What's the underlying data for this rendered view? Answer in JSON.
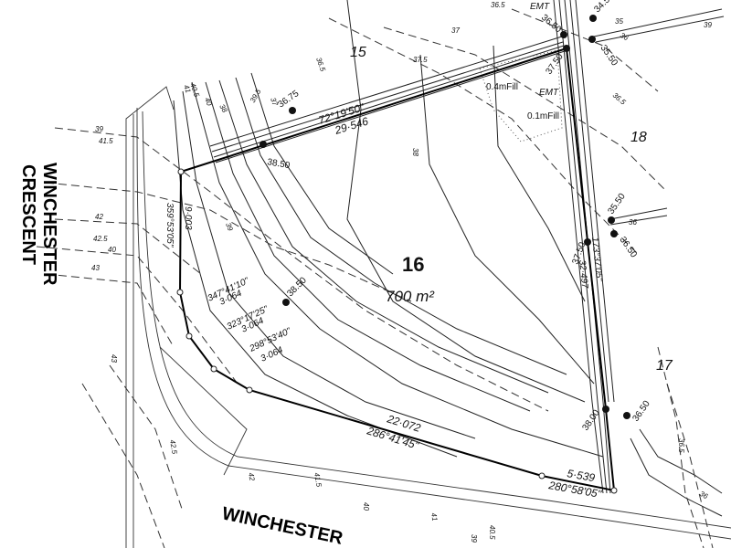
{
  "lot": {
    "number": "16",
    "area": "700 m²"
  },
  "neighbours": {
    "north": "15",
    "east": "18",
    "southeast": "17"
  },
  "streets": {
    "west_line1": "WINCHESTER",
    "west_line2": "CRESCENT",
    "south": "WINCHESTER"
  },
  "boundary": {
    "north_bearing": "72°19'50\"",
    "north_distance": "29·546",
    "west_bearing": "359°53'05\"",
    "west_distance": "9·003",
    "chord1_bearing": "347°41'10\"",
    "chord1_distance": "3·064",
    "chord2_bearing": "323°17'25\"",
    "chord2_distance": "3·064",
    "chord3_bearing": "298°53'40\"",
    "chord3_distance": "3·064",
    "south_distance": "22·072",
    "south_bearing": "286°41'45\"",
    "south2_distance": "5·539",
    "south2_bearing": "280°58'05\"",
    "east_bearing": "173°37'05\"",
    "east_distance": "32·497"
  },
  "levels": [
    "36.75",
    "38.50",
    "38.50",
    "37.50",
    "36.50",
    "35.50",
    "34.5",
    "35.50",
    "36.50",
    "37.50",
    "38.00",
    "36.50"
  ],
  "earthworks": {
    "fill1": "0.4mFill",
    "fill2": "0.1mFill",
    "emt1": "EMT",
    "emt2": "EMT"
  },
  "contours": [
    "39",
    "41.5",
    "42",
    "42.5",
    "40",
    "43",
    "40.5",
    "41",
    "40",
    "38",
    "39.5",
    "37",
    "39",
    "36.5",
    "37.5",
    "38",
    "36.5",
    "35",
    "36",
    "37",
    "36.5",
    "36",
    "43",
    "42.5",
    "42",
    "41.5",
    "40",
    "41",
    "39",
    "40.5",
    "39",
    "36.5",
    "36"
  ]
}
